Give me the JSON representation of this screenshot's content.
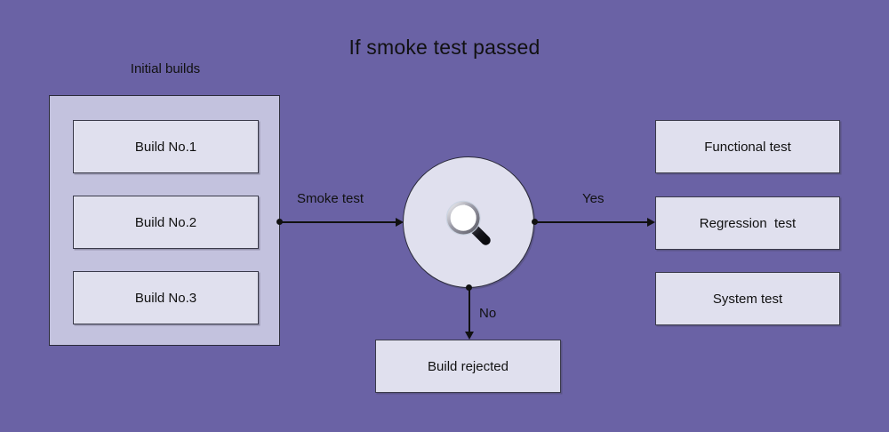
{
  "diagram": {
    "title": "If smoke test passed",
    "background_color": "#6a62a5",
    "container_fill": "#c3c2de",
    "box_fill": "#e0e0ee",
    "line_color": "#111111"
  },
  "left_group": {
    "label": "Initial builds",
    "builds": [
      {
        "label": "Build No.1"
      },
      {
        "label": "Build No.2"
      },
      {
        "label": "Build No.3"
      }
    ]
  },
  "decision": {
    "icon": "magnifying-glass-icon"
  },
  "edges": [
    {
      "label": "Smoke test"
    },
    {
      "label": "Yes"
    },
    {
      "label": "No"
    }
  ],
  "right_group": {
    "tests": [
      {
        "label": "Functional test"
      },
      {
        "label": "Regression  test"
      },
      {
        "label": "System test"
      }
    ]
  },
  "rejected": {
    "label": "Build rejected"
  }
}
